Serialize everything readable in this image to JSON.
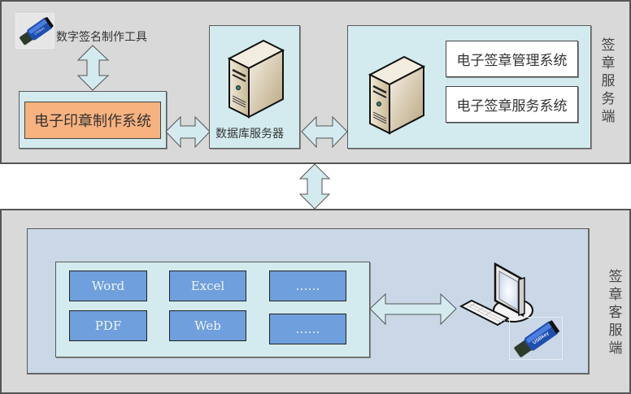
{
  "server_side": {
    "label": "签章服务端",
    "digital_signature_tool": {
      "label": "数字签名制作工具",
      "icon": "usb-key-icon"
    },
    "seal_making_system": {
      "label": "电子印章制作系统"
    },
    "database_server": {
      "label": "数据库服务器",
      "icon": "server-icon"
    },
    "signature_server": {
      "icon": "server-icon",
      "systems": [
        {
          "label": "电子签章管理系统"
        },
        {
          "label": "电子签章服务系统"
        }
      ]
    }
  },
  "client_side": {
    "label": "签章客服端",
    "apps": [
      {
        "label": "Word"
      },
      {
        "label": "Excel"
      },
      {
        "label": "……"
      },
      {
        "label": "PDF"
      },
      {
        "label": "Web"
      },
      {
        "label": "……"
      }
    ],
    "workstation": {
      "icon": "computer-icon",
      "key_icon": "usb-key-icon",
      "key_text": "USBkey"
    }
  },
  "colors": {
    "panel_bg": "#d9d9d9",
    "light_box": "#d3ebef",
    "client_box": "#c9d7e6",
    "orange_box": "#f8b27f",
    "app_box": "#6f9fdc",
    "arrow_fill": "#d3ebef"
  }
}
